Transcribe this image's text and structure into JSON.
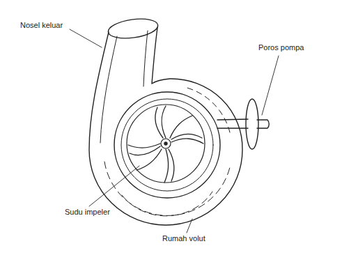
{
  "diagram": {
    "labels": [
      "Nosel keluar",
      "Poros pompa",
      "Sudu impeler",
      "Rumah volut"
    ]
  }
}
